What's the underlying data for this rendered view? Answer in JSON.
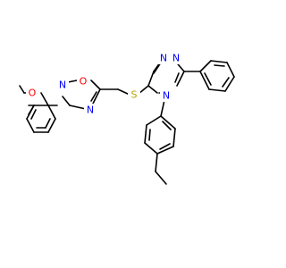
{
  "colors": {
    "bond": "#000000",
    "carbon": "#000000",
    "oxygen": "#ff0000",
    "nitrogen": "#0000ff",
    "sulfur": "#b8a100"
  },
  "atoms": {
    "methoxy_oxygen": "O",
    "oxadiazole_n2": "N",
    "oxadiazole_o1": "O",
    "oxadiazole_n4": "N",
    "thioether_sulfur": "S",
    "triazole_n1": "N",
    "triazole_n2": "N",
    "triazole_n4": "N"
  }
}
